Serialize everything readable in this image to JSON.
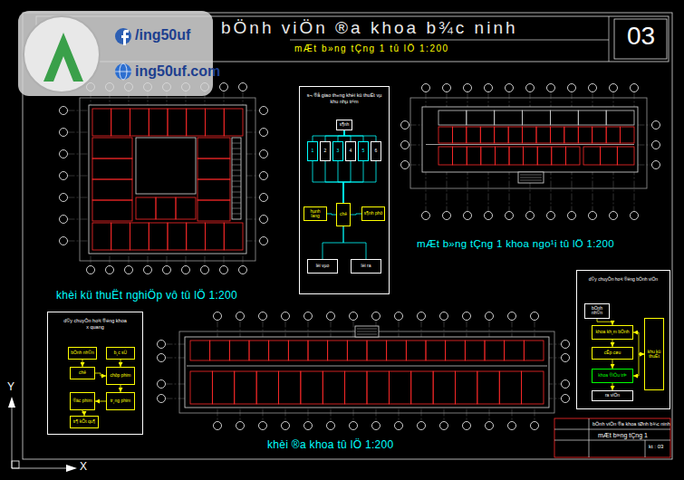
{
  "diagram": {
    "title": "bÖnh viÖn ®a khoa b¾c ninh",
    "nodes": [
      {
        "text": [
          "s¬ ®å giao th«ng khèi kü thuËt vµ khu nhµ tr¹m"
        ]
      },
      {
        "text": [
          "s¶nh"
        ],
        "in": 0
      },
      {
        "text": [
          "1"
        ],
        "in": 0
      },
      {
        "text": [
          "2"
        ],
        "in": 0
      },
      {
        "text": [
          "3"
        ],
        "in": 0
      },
      {
        "text": [
          "4"
        ],
        "in": 0
      },
      {
        "text": [
          "5"
        ],
        "in": 0
      },
      {
        "text": [
          "6"
        ],
        "in": 0
      },
      {
        "text": [
          "hµnh lang"
        ],
        "in": 0
      },
      {
        "text": [
          "s¶nh phô"
        ],
        "in": 0
      },
      {
        "text": [
          "chê"
        ],
        "in": 0
      },
      {
        "text": [
          "lèi vµo"
        ],
        "in": 0
      },
      {
        "text": [
          "lèi ra"
        ],
        "in": 0
      },
      {
        "text": [
          "d©y chuyÒn ho¹t ®éng bÖnh viÖn"
        ]
      },
      {
        "text": [
          "bÖnh nh©n"
        ],
        "in": 13
      },
      {
        "text": [
          "khoa kh¸m bÖnh"
        ],
        "in": 13
      },
      {
        "text": [
          "cÊp cøu"
        ],
        "in": 13
      },
      {
        "text": [
          "khoa ®iÒu trÞ"
        ],
        "in": 13
      },
      {
        "text": [
          "khu kü thuËt"
        ],
        "in": 13
      },
      {
        "text": [
          "ra viÖn"
        ],
        "in": 13
      },
      {
        "text": [
          "d©y chuyÒn ho¹t ®éng khoa",
          "x quang"
        ]
      },
      {
        "text": [
          "bÖnh nh©n"
        ],
        "in": 20
      },
      {
        "text": [
          "b¸c sÜ"
        ],
        "in": 20
      },
      {
        "text": [
          "chê"
        ],
        "in": 20
      },
      {
        "text": [
          "chôp phim"
        ],
        "in": 20
      },
      {
        "text": [
          "tr¸ng phim"
        ],
        "in": 20
      },
      {
        "text": [
          "®äc phim"
        ],
        "in": 20
      },
      {
        "text": [
          "tr¶ kÕt qu¶"
        ],
        "in": 20
      }
    ],
    "edges": [
      {
        "from": 1,
        "to": 2,
        "arrow": "none"
      },
      {
        "from": 1,
        "to": 3,
        "arrow": "none"
      },
      {
        "from": 1,
        "to": 4,
        "arrow": "none"
      },
      {
        "from": 1,
        "to": 5,
        "arrow": "none"
      },
      {
        "from": 1,
        "to": 6,
        "arrow": "none"
      },
      {
        "from": 1,
        "to": 7,
        "arrow": "none"
      },
      {
        "from": 2,
        "to": 10,
        "arrow": "none"
      },
      {
        "from": 3,
        "to": 10,
        "arrow": "none"
      },
      {
        "from": 4,
        "to": 10,
        "arrow": "none"
      },
      {
        "from": 5,
        "to": 10,
        "arrow": "none"
      },
      {
        "from": 6,
        "to": 10,
        "arrow": "none"
      },
      {
        "from": 7,
        "to": 10,
        "arrow": "none"
      },
      {
        "from": 8,
        "to": 10,
        "arrow": "none"
      },
      {
        "from": 9,
        "to": 10,
        "arrow": "none"
      },
      {
        "from": 10,
        "to": 11,
        "arrow": "none"
      },
      {
        "from": 10,
        "to": 12,
        "arrow": "none"
      },
      {
        "from": 14,
        "to": 15,
        "arrow": "to"
      },
      {
        "from": 15,
        "to": 16,
        "arrow": "to"
      },
      {
        "from": 16,
        "to": 17,
        "arrow": "to"
      },
      {
        "from": 15,
        "to": 18,
        "arrow": "both"
      },
      {
        "from": 17,
        "to": 18,
        "arrow": "both"
      },
      {
        "from": 17,
        "to": 19,
        "arrow": "to"
      },
      {
        "from": 21,
        "to": 23,
        "arrow": "to"
      },
      {
        "from": 23,
        "to": 24,
        "arrow": "to"
      },
      {
        "from": 22,
        "to": 24,
        "arrow": "to"
      },
      {
        "from": 24,
        "to": 25,
        "arrow": "to"
      },
      {
        "from": 25,
        "to": 26,
        "arrow": "to"
      },
      {
        "from": 26,
        "to": 27,
        "arrow": "to"
      }
    ],
    "labels": [
      "mÆt b»ng tÇng 1 tû lÖ 1:200",
      "03",
      "/ing50uf",
      "ing50uf.com",
      "khèi kü thuËt nghiÖp vô tû lÖ 1:200",
      "mÆt b»ng tÇng 1 khoa ngo¹i tû lÖ 1:200",
      "khèi ®a khoa tû lÖ 1:200",
      "bÖnh viÖn ®a khoa tØnh b¾c ninh",
      "mÆt b»ng tÇng 1",
      "kt : 03",
      "Y",
      "X"
    ]
  }
}
